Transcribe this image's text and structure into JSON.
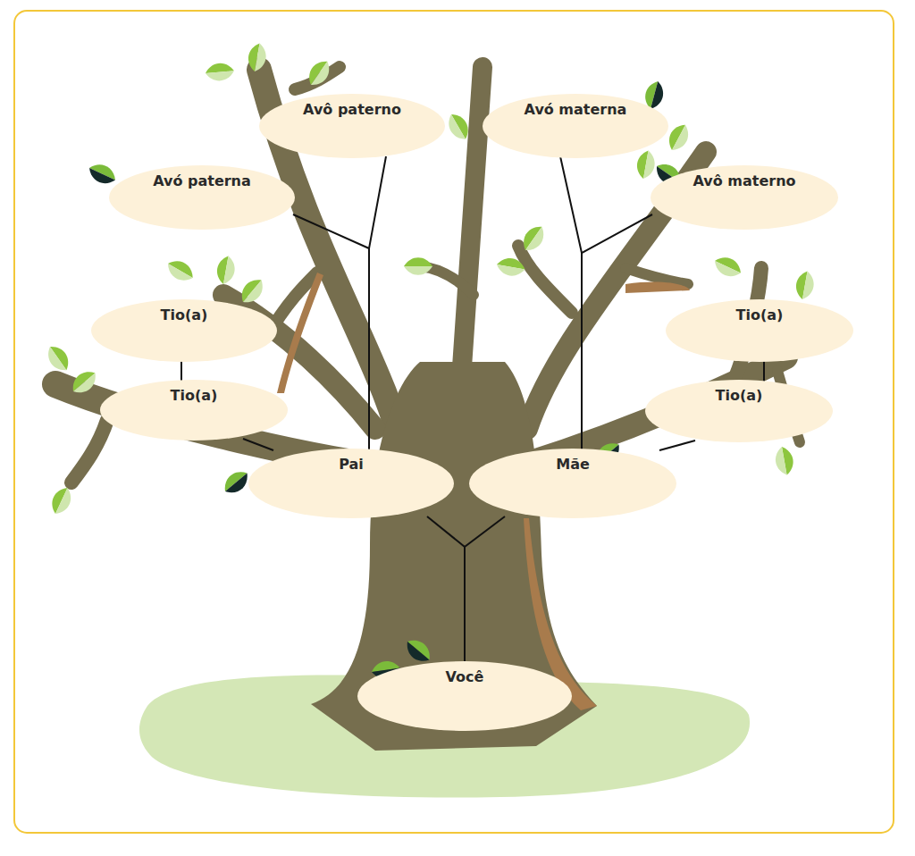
{
  "diagram": {
    "nodes": [
      {
        "text": [
          "Avô paterno"
        ]
      },
      {
        "text": [
          "Avó materna"
        ]
      },
      {
        "text": [
          "Avó paterna"
        ]
      },
      {
        "text": [
          "Avô materno"
        ]
      },
      {
        "text": [
          "Tio(a)"
        ]
      },
      {
        "text": [
          "Tio(a)"
        ]
      },
      {
        "text": [
          "Tio(a)"
        ]
      },
      {
        "text": [
          "Tio(a)"
        ]
      },
      {
        "text": [
          "Pai"
        ]
      },
      {
        "text": [
          "Mãe"
        ]
      },
      {
        "text": [
          "Você"
        ]
      }
    ],
    "edges": [
      {
        "from": 0,
        "to": 8,
        "arrow": "none"
      },
      {
        "from": 2,
        "to": 8,
        "arrow": "none"
      },
      {
        "from": 1,
        "to": 9,
        "arrow": "none"
      },
      {
        "from": 3,
        "to": 9,
        "arrow": "none"
      },
      {
        "from": 4,
        "to": 6,
        "arrow": "none"
      },
      {
        "from": 6,
        "to": 8,
        "arrow": "none"
      },
      {
        "from": 5,
        "to": 7,
        "arrow": "none"
      },
      {
        "from": 7,
        "to": 9,
        "arrow": "none"
      },
      {
        "from": 8,
        "to": 10,
        "arrow": "none"
      },
      {
        "from": 9,
        "to": 10,
        "arrow": "none"
      }
    ]
  }
}
